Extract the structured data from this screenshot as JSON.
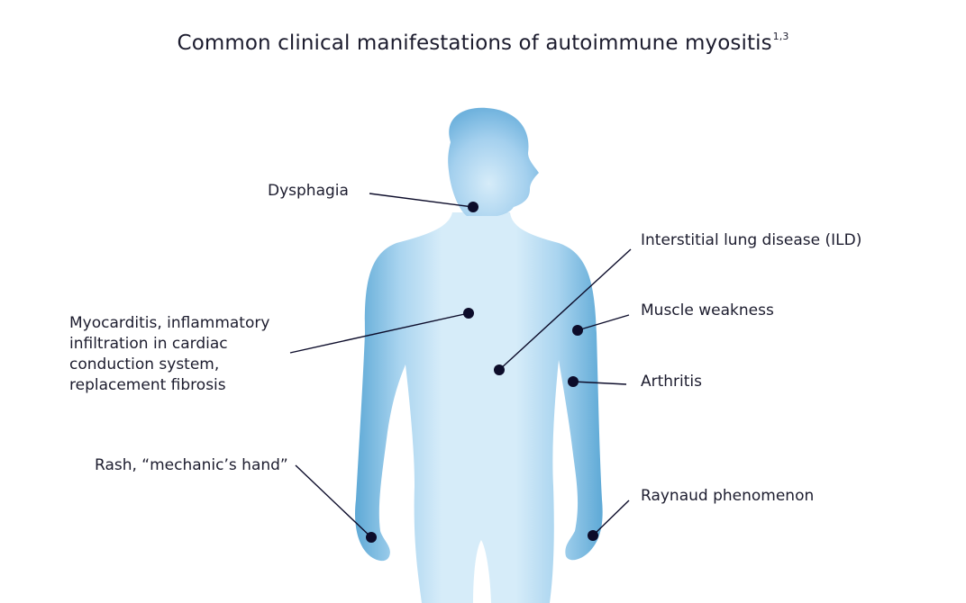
{
  "title": {
    "text": "Common clinical manifestations of autoimmune myositis",
    "superscript": "1,3"
  },
  "colors": {
    "body_light": "#d6ecf9",
    "body_dark": "#5ea9d6",
    "text": "#1c1c2e",
    "marker": "#0c0c2a"
  },
  "labels": {
    "dysphagia": "Dysphagia",
    "myocarditis": [
      "Myocarditis, inflammatory",
      "infiltration in cardiac",
      "conduction system,",
      "replacement fibrosis"
    ],
    "rash": "Rash, “mechanic’s hand”",
    "ild": "Interstitial lung disease (ILD)",
    "muscle_weakness": "Muscle weakness",
    "arthritis": "Arthritis",
    "raynaud": "Raynaud phenomenon"
  }
}
